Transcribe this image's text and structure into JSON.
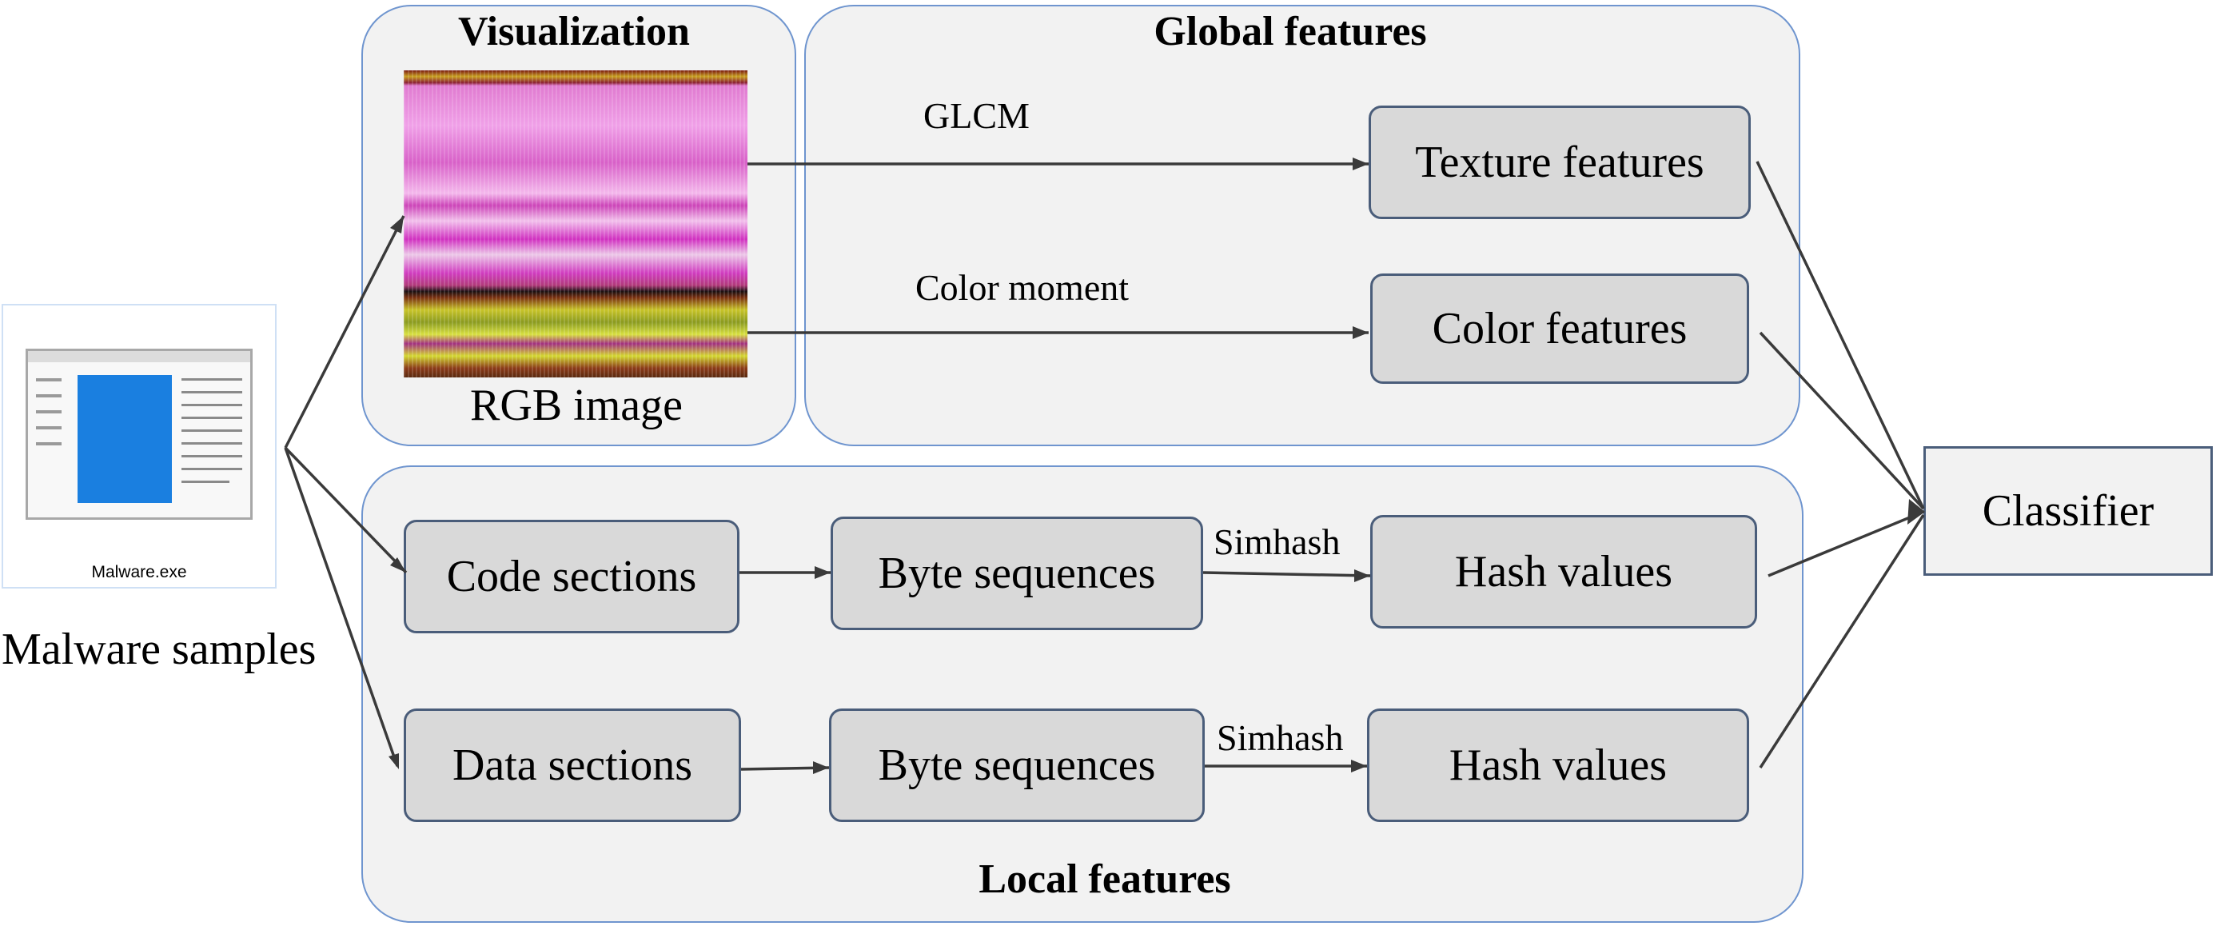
{
  "malware": {
    "caption": "Malware samples",
    "file_name": "Malware.exe"
  },
  "visualization": {
    "title": "Visualization",
    "image_caption": "RGB image"
  },
  "global_features": {
    "title": "Global features",
    "glcm_label": "GLCM",
    "color_moment_label": "Color moment",
    "texture_box": "Texture features",
    "color_box": "Color features"
  },
  "local_features": {
    "title": "Local features",
    "code_sections": "Code sections",
    "data_sections": "Data sections",
    "byte_sequences_1": "Byte sequences",
    "byte_sequences_2": "Byte sequences",
    "simhash_1": "Simhash",
    "simhash_2": "Simhash",
    "hash_values_1": "Hash values",
    "hash_values_2": "Hash values"
  },
  "classifier": {
    "label": "Classifier"
  },
  "colors": {
    "panel_border": "#6f95cf",
    "box_fill": "#d9d9d9",
    "box_border": "#4a5d7a",
    "arrow": "#3a3a3a"
  }
}
